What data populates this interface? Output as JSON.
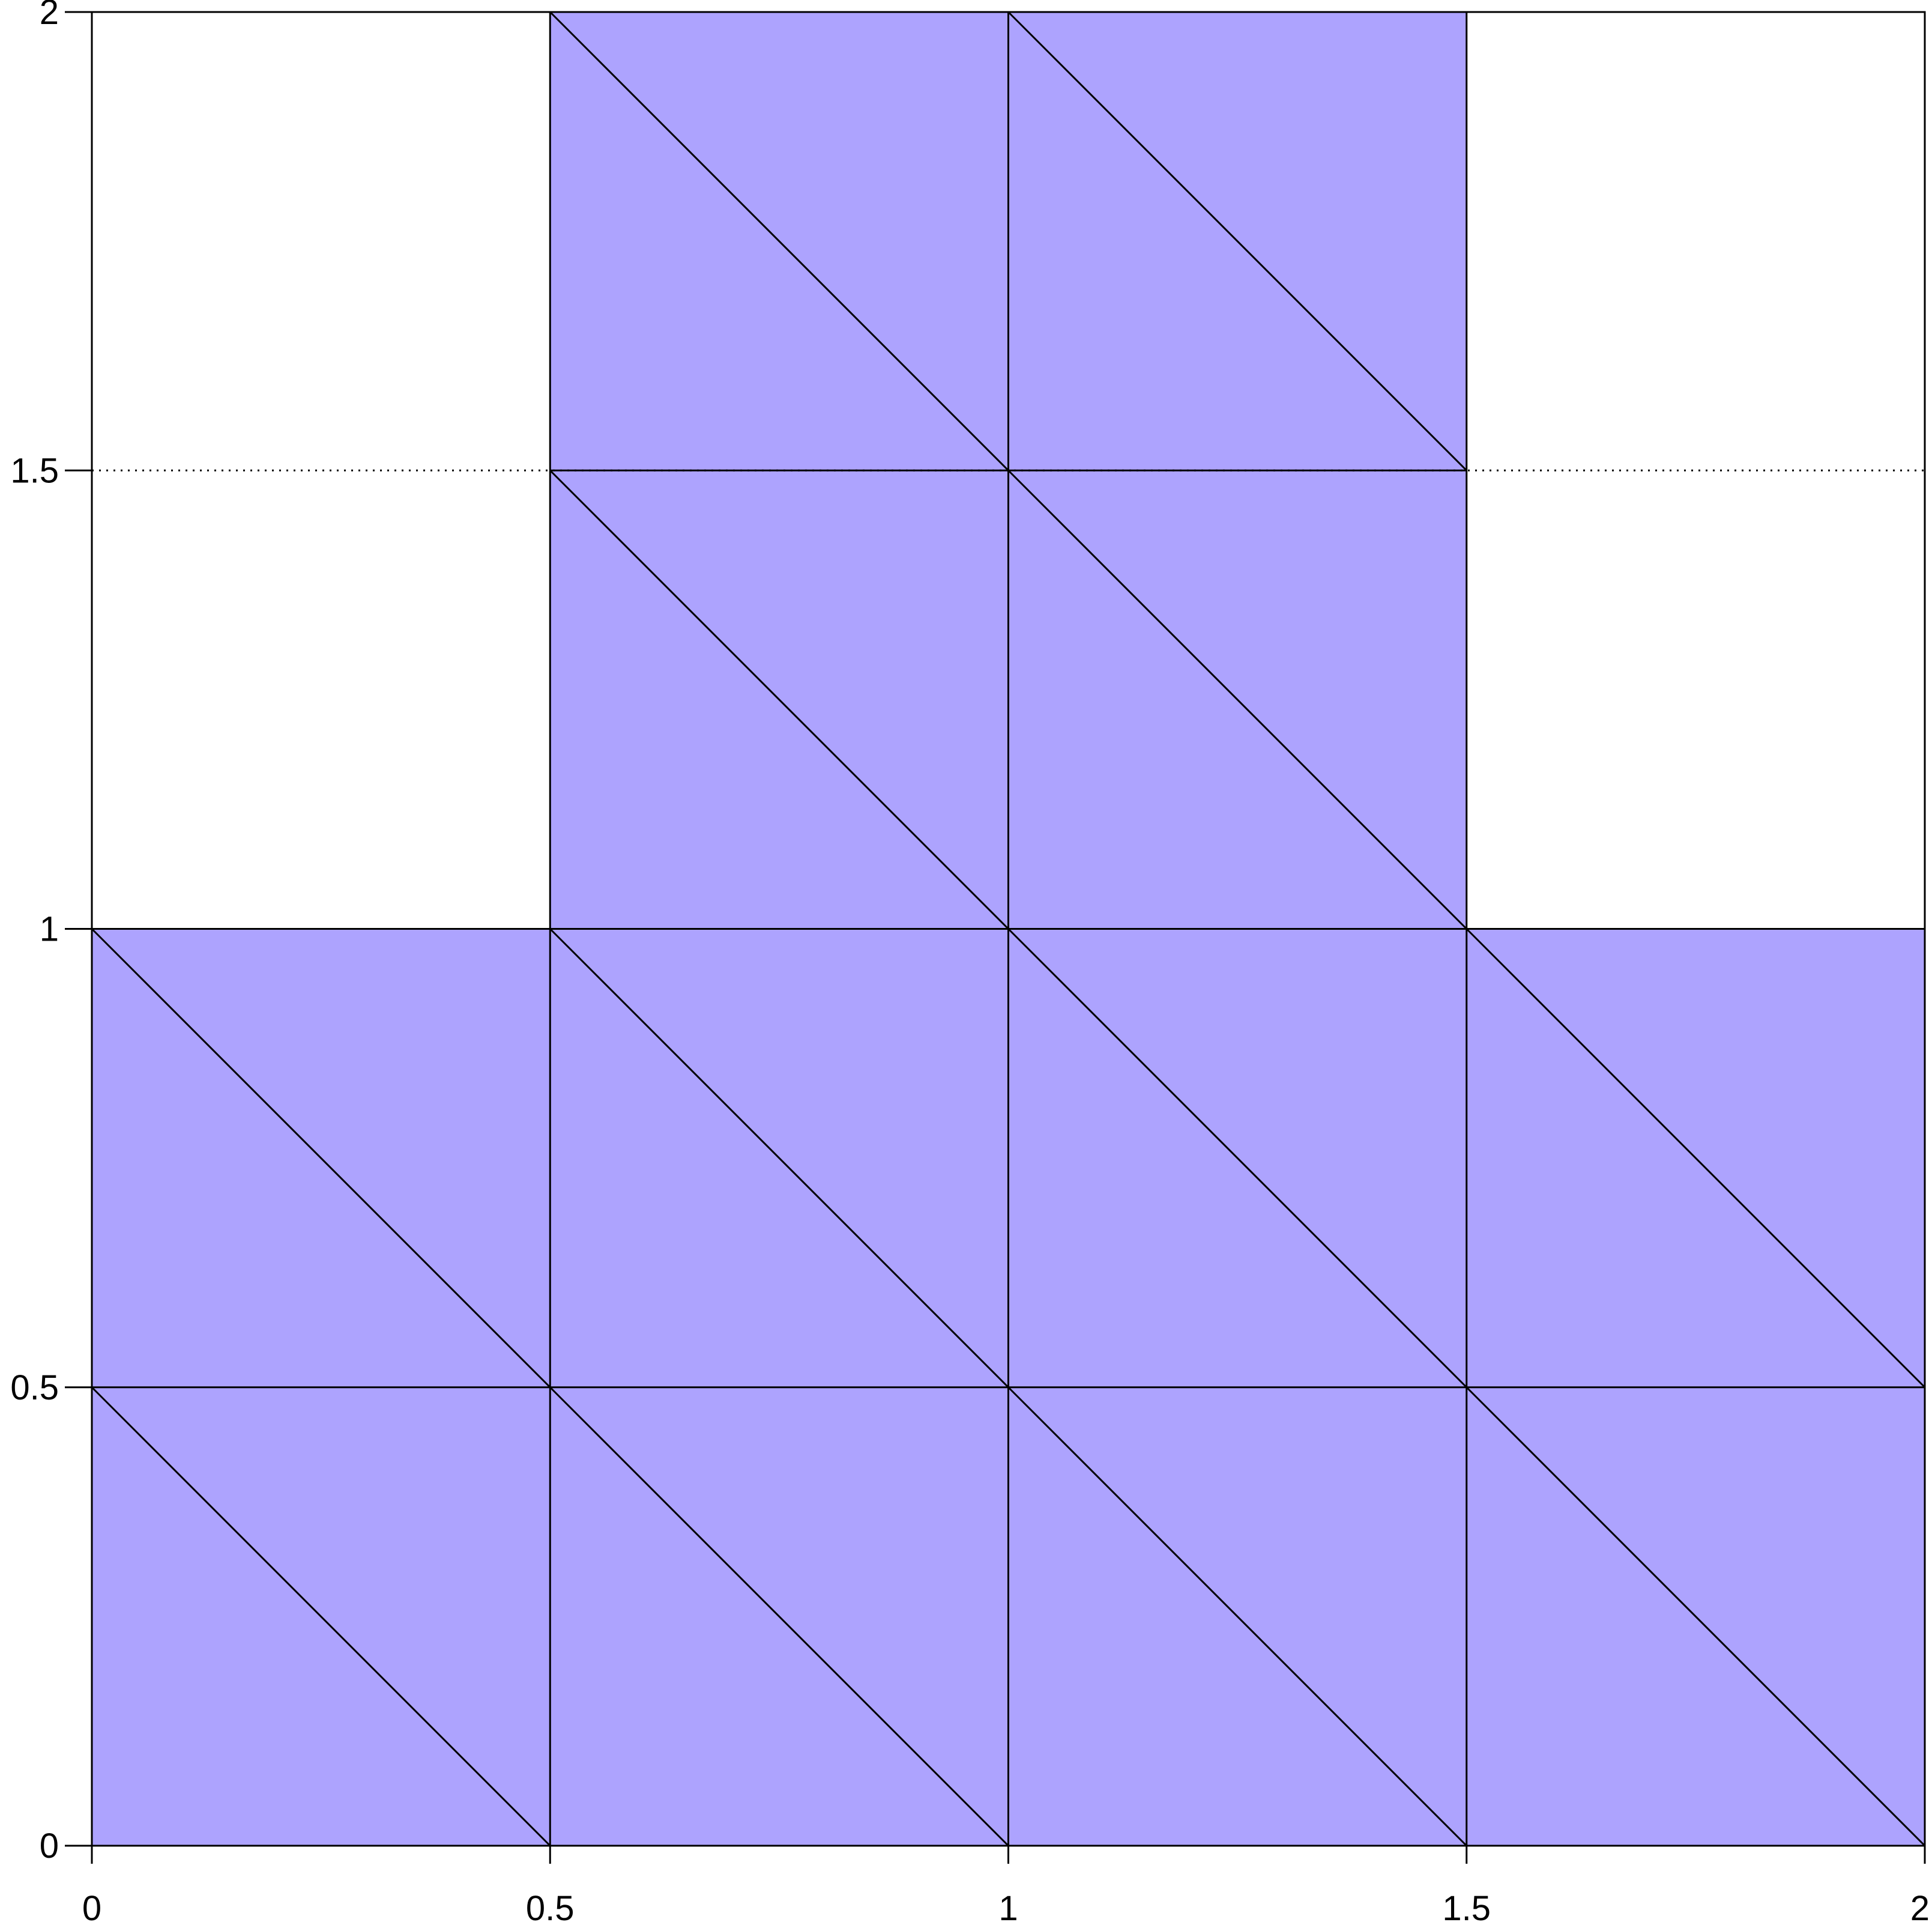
{
  "figure": {
    "type": "triangular-mesh",
    "fill_color": "#ada3fe",
    "line_color": "#000000",
    "background": "#ffffff",
    "xlim": [
      0,
      2
    ],
    "ylim": [
      0,
      2
    ],
    "mesh_step": 0.5,
    "filled_cells": [
      [
        0,
        0
      ],
      [
        0.5,
        0
      ],
      [
        1,
        0
      ],
      [
        1.5,
        0
      ],
      [
        0,
        0.5
      ],
      [
        0.5,
        0.5
      ],
      [
        1,
        0.5
      ],
      [
        1.5,
        0.5
      ],
      [
        0.5,
        1
      ],
      [
        1,
        1
      ],
      [
        0.5,
        1.5
      ],
      [
        1,
        1.5
      ]
    ],
    "diagonal_direction": "top-left to bottom-right",
    "dotted_gridlines_y": [
      1.5
    ],
    "x_axis": {
      "ticks": [
        0,
        0.5,
        1,
        1.5,
        2
      ],
      "tick_labels": [
        "0",
        "0.5",
        "1",
        "1.5",
        "2"
      ]
    },
    "y_axis": {
      "ticks": [
        0,
        0.5,
        1,
        1.5,
        2
      ],
      "tick_labels": [
        "0",
        "0.5",
        "1",
        "1.5",
        "2"
      ]
    }
  }
}
